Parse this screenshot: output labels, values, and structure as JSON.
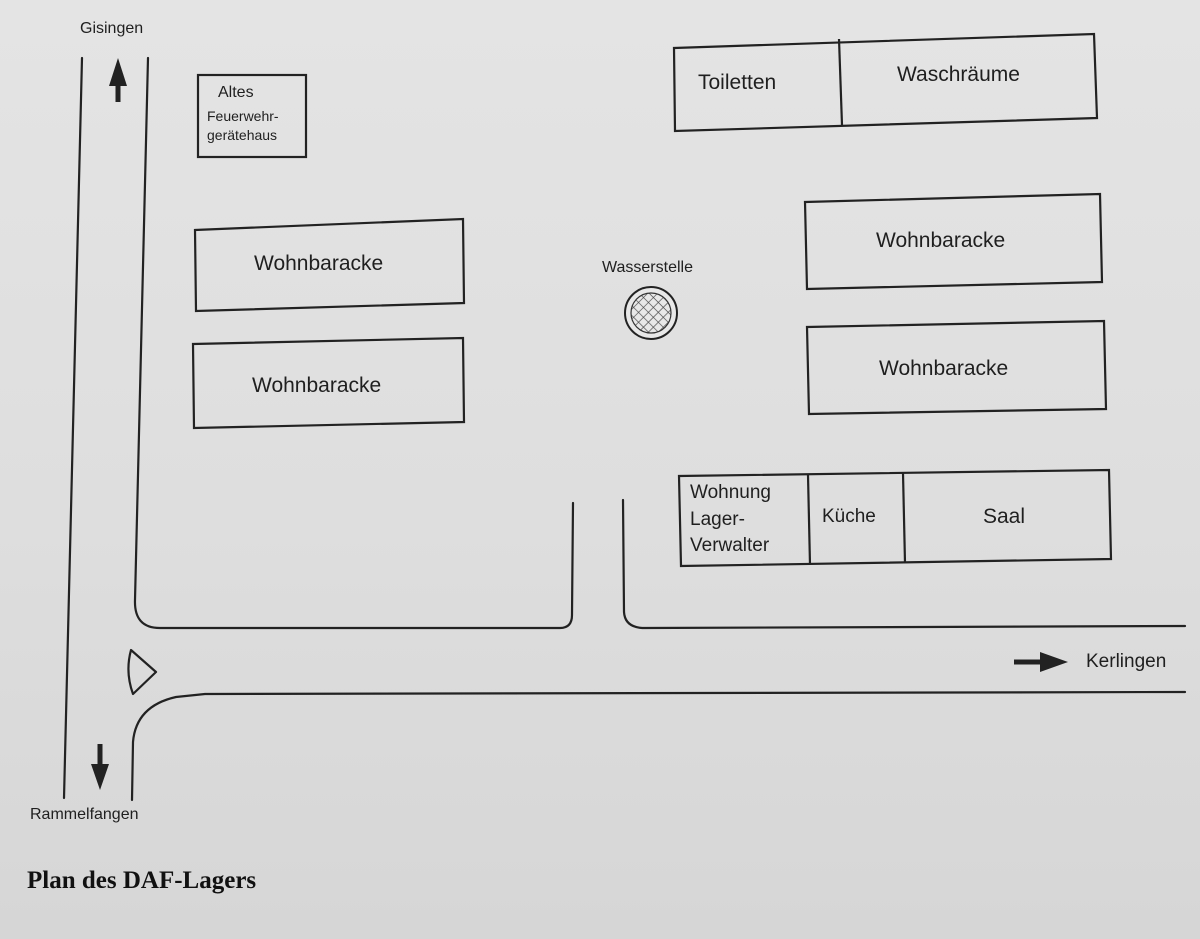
{
  "title": "Plan des DAF-Lagers",
  "roads": {
    "north": "Gisingen",
    "south": "Rammelfangen",
    "east": "Kerlingen"
  },
  "buildings": {
    "old_firehouse": [
      "Altes",
      "Feuerwehr-",
      "gerätehaus"
    ],
    "toilets": "Toiletten",
    "washrooms": "Waschräume",
    "barrack_left_1": "Wohnbaracke",
    "barrack_left_2": "Wohnbaracke",
    "barrack_right_1": "Wohnbaracke",
    "barrack_right_2": "Wohnbaracke",
    "manager_flat": [
      "Wohnung",
      "Lager-",
      "Verwalter"
    ],
    "kitchen": "Küche",
    "hall": "Saal"
  },
  "water_point": "Wasserstelle"
}
